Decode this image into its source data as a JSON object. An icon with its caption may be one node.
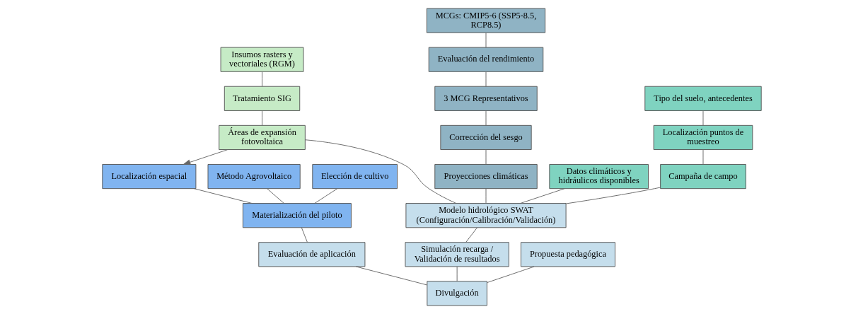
{
  "diagram": {
    "nodes": [
      {
        "text": [
          "Tipo del suelo, antecedentes"
        ]
      },
      {
        "text": [
          "Localización puntos de muestreo"
        ]
      },
      {
        "text": [
          "Campaña de campo"
        ]
      },
      {
        "text": [
          "Datos climáticos y hidráulicos disponibles"
        ]
      },
      {
        "text": [
          "MCGs: CMIP5-6 (SSP5-8.5, RCP8.5)"
        ]
      },
      {
        "text": [
          "Evaluación del rendimiento"
        ]
      },
      {
        "text": [
          "3 MCG Representativos"
        ]
      },
      {
        "text": [
          "Corrección del sesgo"
        ]
      },
      {
        "text": [
          "Proyecciones climáticas"
        ]
      },
      {
        "text": [
          "Insumos rasters y vectoriales (RGM)"
        ]
      },
      {
        "text": [
          "Tratamiento SIG"
        ]
      },
      {
        "text": [
          "Áreas de expansión fotovoltaica"
        ]
      },
      {
        "text": [
          "Método Agrovoltaico"
        ]
      },
      {
        "text": [
          "Localización espacial"
        ]
      },
      {
        "text": [
          "Elección de cultivo"
        ]
      },
      {
        "text": [
          "Modelo hidrológico SWAT (Configuración/Calibración/Validación)"
        ]
      },
      {
        "text": [
          "Simulación recarga / Validación de resultados"
        ]
      },
      {
        "text": [
          "Materialización del piloto"
        ]
      },
      {
        "text": [
          "Evaluación de aplicación"
        ]
      },
      {
        "text": [
          "Propuesta pedagógica"
        ]
      },
      {
        "text": [
          "Divulgación"
        ]
      }
    ],
    "edges": [
      {
        "from": 0,
        "to": 1,
        "arrow": "none"
      },
      {
        "from": 1,
        "to": 2,
        "arrow": "none"
      },
      {
        "from": 2,
        "to": 15,
        "arrow": "none"
      },
      {
        "from": 3,
        "to": 15,
        "arrow": "none"
      },
      {
        "from": 4,
        "to": 5,
        "arrow": "none"
      },
      {
        "from": 5,
        "to": 6,
        "arrow": "none"
      },
      {
        "from": 6,
        "to": 7,
        "arrow": "none"
      },
      {
        "from": 7,
        "to": 8,
        "arrow": "none"
      },
      {
        "from": 8,
        "to": 15,
        "arrow": "none"
      },
      {
        "from": 9,
        "to": 10,
        "arrow": "none"
      },
      {
        "from": 10,
        "to": 11,
        "arrow": "none"
      },
      {
        "from": 11,
        "to": 15,
        "arrow": "none"
      },
      {
        "from": 11,
        "to": 13,
        "arrow": "to"
      },
      {
        "from": 12,
        "to": 17,
        "arrow": "none"
      },
      {
        "from": 13,
        "to": 17,
        "arrow": "none"
      },
      {
        "from": 14,
        "to": 17,
        "arrow": "none"
      },
      {
        "from": 17,
        "to": 18,
        "arrow": "none"
      },
      {
        "from": 15,
        "to": 16,
        "arrow": "none"
      },
      {
        "from": 16,
        "to": 20,
        "arrow": "none"
      },
      {
        "from": 18,
        "to": 20,
        "arrow": "none"
      },
      {
        "from": 19,
        "to": 20,
        "arrow": "none"
      }
    ]
  }
}
